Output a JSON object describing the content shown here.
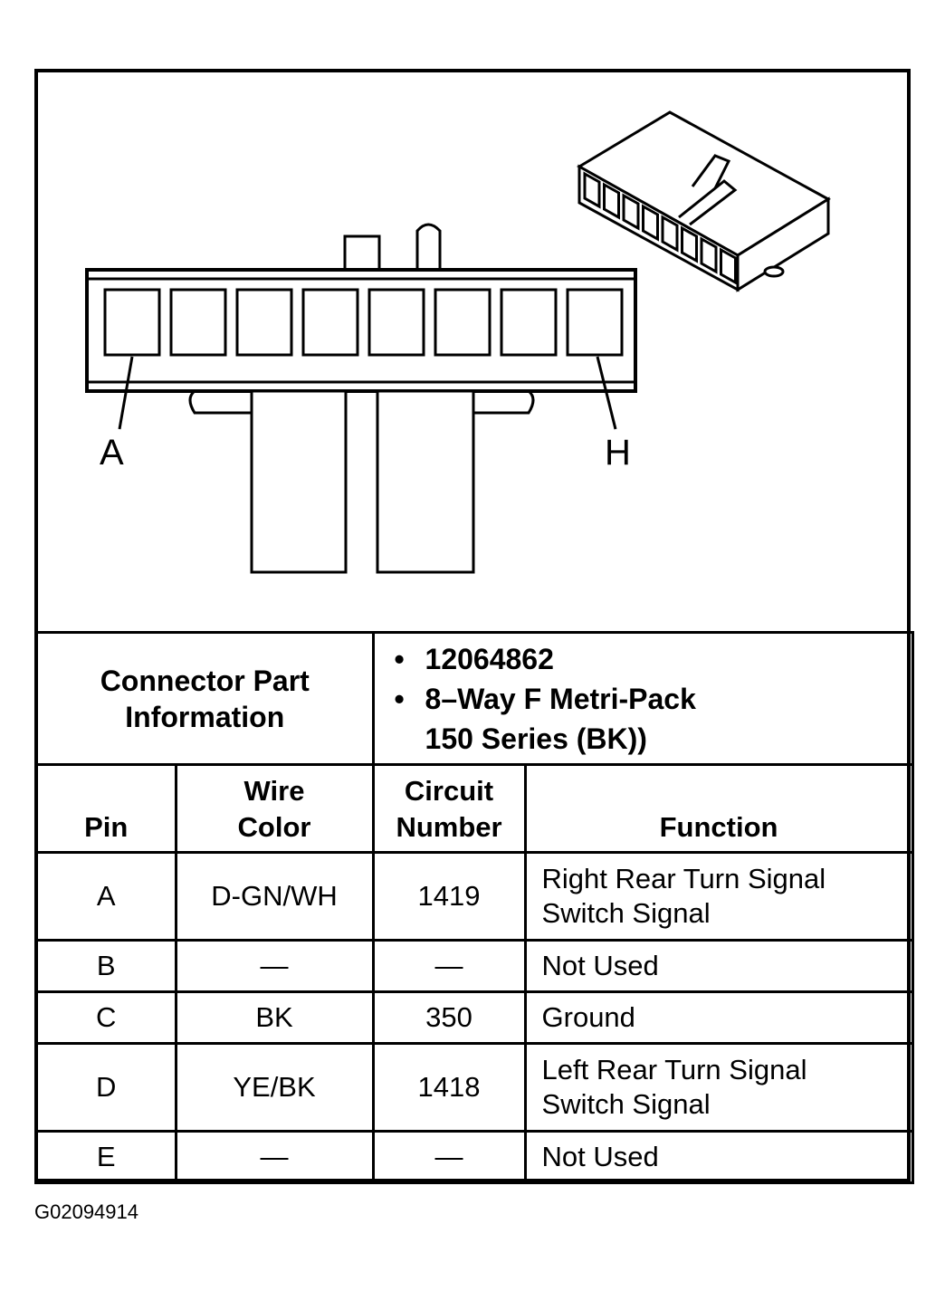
{
  "diagram": {
    "pin_labels": {
      "first": "A",
      "last": "H"
    },
    "cavity_count": 8
  },
  "connector_info": {
    "label_line1": "Connector Part",
    "label_line2": "Information",
    "part_number": "12064862",
    "description_line1": "8–Way F Metri-Pack",
    "description_line2": "150 Series (BK))"
  },
  "table": {
    "headers": {
      "pin": "Pin",
      "wire_color_line1": "Wire",
      "wire_color_line2": "Color",
      "circuit_line1": "Circuit",
      "circuit_line2": "Number",
      "function": "Function"
    },
    "rows": [
      {
        "pin": "A",
        "wire_color": "D-GN/WH",
        "circuit": "1419",
        "function_line1": "Right Rear Turn Signal",
        "function_line2": "Switch Signal"
      },
      {
        "pin": "B",
        "wire_color": "—",
        "circuit": "—",
        "function_line1": "Not Used",
        "function_line2": ""
      },
      {
        "pin": "C",
        "wire_color": "BK",
        "circuit": "350",
        "function_line1": "Ground",
        "function_line2": ""
      },
      {
        "pin": "D",
        "wire_color": "YE/BK",
        "circuit": "1418",
        "function_line1": "Left Rear Turn Signal",
        "function_line2": "Switch Signal"
      },
      {
        "pin": "E",
        "wire_color": "—",
        "circuit": "—",
        "function_line1": "Not Used",
        "function_line2": ""
      }
    ]
  },
  "figure_id": "G02094914"
}
